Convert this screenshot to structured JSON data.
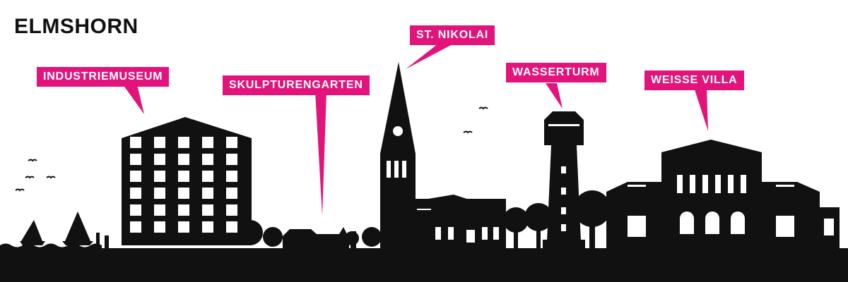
{
  "title": "ELMSHORN",
  "colors": {
    "accent": "#E2137A",
    "silhouette": "#111111",
    "background": "#ffffff"
  },
  "landmarks": [
    {
      "label": "INDUSTRIEMUSEUM"
    },
    {
      "label": "SKULPTURENGARTEN"
    },
    {
      "label": "ST. NIKOLAI"
    },
    {
      "label": "WASSERTURM"
    },
    {
      "label": "WEISSE VILLA"
    }
  ]
}
